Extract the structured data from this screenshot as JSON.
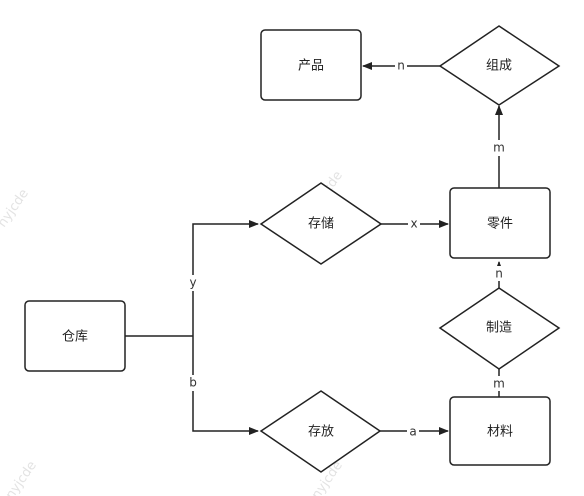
{
  "diagram": {
    "entities": {
      "product": "产品",
      "part": "零件",
      "warehouse": "仓库",
      "material": "材料"
    },
    "relationships": {
      "compose": "组成",
      "store": "存储",
      "place": "存放",
      "manufacture": "制造"
    },
    "cardinalities": {
      "compose_product": "n",
      "compose_part": "m",
      "store_part": "x",
      "warehouse_store": "y",
      "warehouse_place": "b",
      "place_material": "a",
      "manufacture_part": "n",
      "manufacture_material": "m"
    },
    "watermark": "nyjcde"
  }
}
